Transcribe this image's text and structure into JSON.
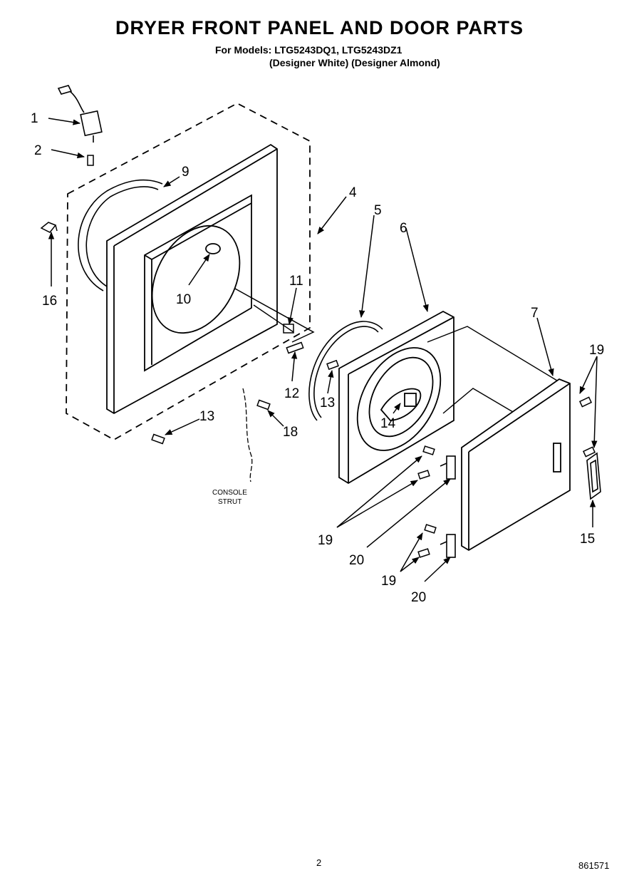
{
  "header": {
    "title": "DRYER FRONT PANEL AND DOOR PARTS",
    "models_line": "For Models: LTG5243DQ1, LTG5243DZ1",
    "variants_line": "(Designer White) (Designer Almond)"
  },
  "callouts": {
    "c1": "1",
    "c2": "2",
    "c4": "4",
    "c5": "5",
    "c6": "6",
    "c7": "7",
    "c9": "9",
    "c10": "10",
    "c11": "11",
    "c12": "12",
    "c13a": "13",
    "c13b": "13",
    "c14": "14",
    "c15": "15",
    "c16": "16",
    "c18": "18",
    "c19a": "19",
    "c19b": "19",
    "c19c": "19",
    "c20a": "20",
    "c20b": "20"
  },
  "labels": {
    "console": "CONSOLE",
    "strut": "STRUT"
  },
  "footer": {
    "page_number": "2",
    "doc_number": "861571"
  }
}
